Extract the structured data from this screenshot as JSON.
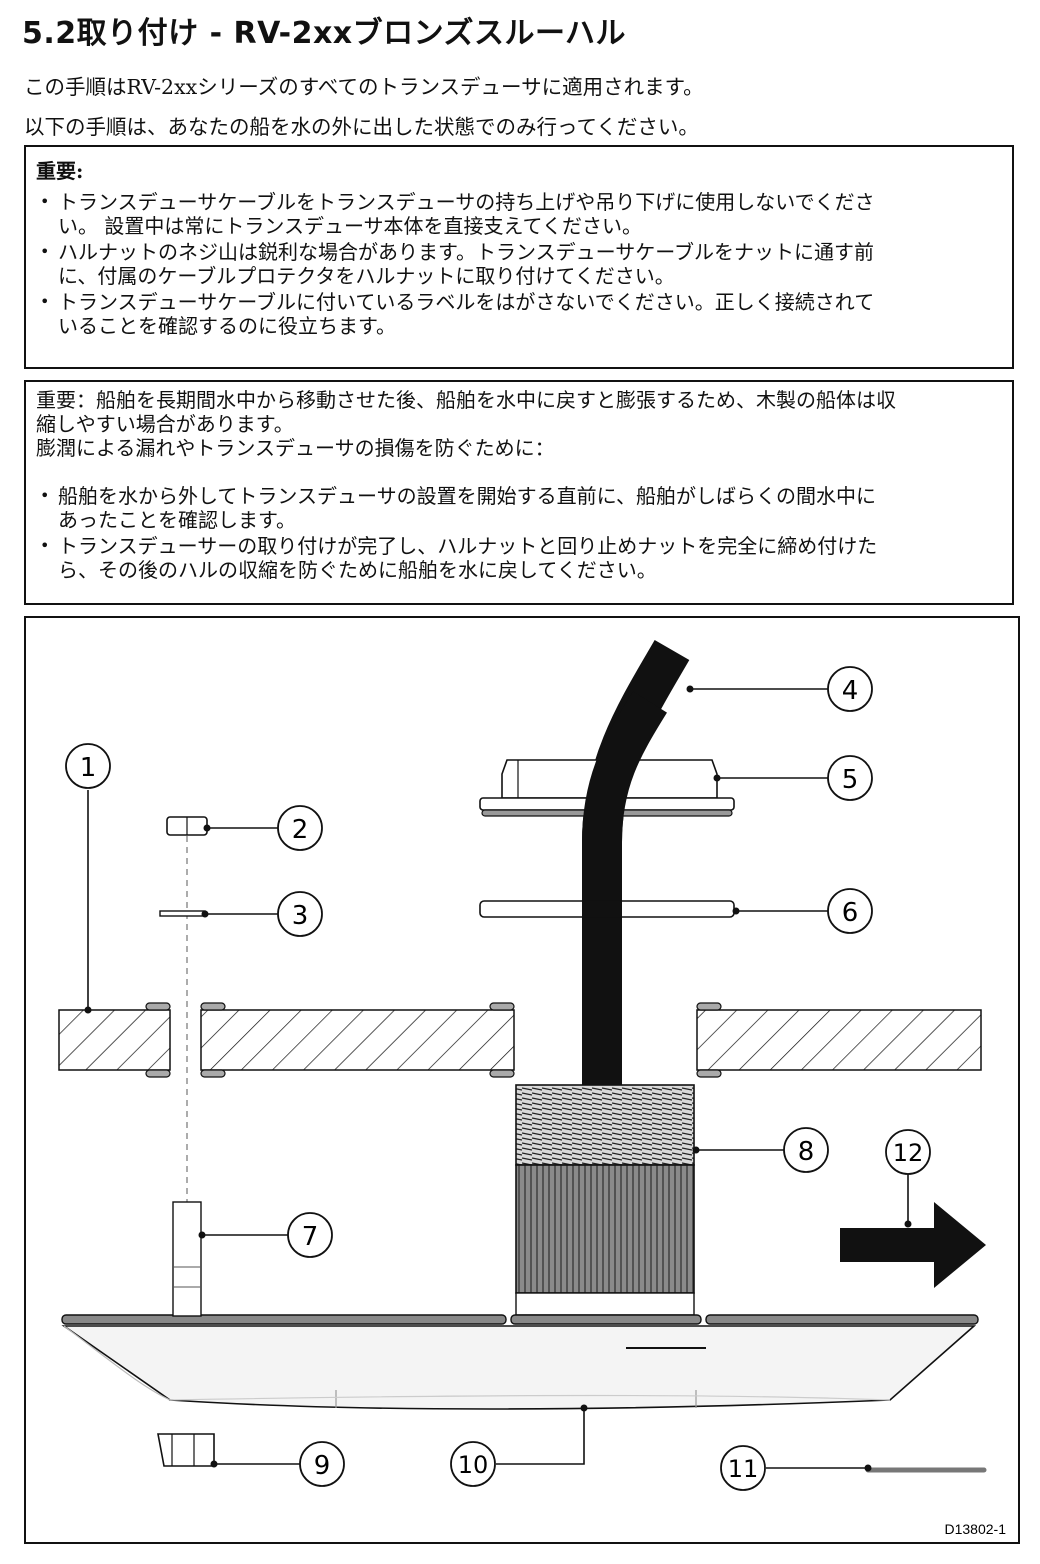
{
  "title": "5.2取り付け - RV-2xxブロンズスルーハル",
  "intro": [
    "この手順はRV-2xxシリーズのすべてのトランスデューサに適用されます。",
    "以下の手順は、あなたの船を水の外に出した状態でのみ行ってください。"
  ],
  "important_box": {
    "heading": "重要:",
    "items": [
      [
        "トランスデューサケーブルをトランスデューサの持ち上げや吊り下げに使用しないでくださ",
        "い。 設置中は常にトランスデューサ本体を直接支えてください。"
      ],
      [
        "ハルナットのネジ山は鋭利な場合があります。トランスデューサケーブルをナットに通す前",
        "に、付属のケーブルプロテクタをハルナットに取り付けてください。"
      ],
      [
        "トランスデューサケーブルに付いているラベルをはがさないでください。正しく接続されて",
        "いることを確認するのに役立ちます。"
      ]
    ]
  },
  "warning_box": {
    "lines": [
      "重要：船舶を長期間水中から移動させた後、船舶を水中に戻すと膨張するため、木製の船体は収",
      "縮しやすい場合があります。",
      "膨潤による漏れやトランスデューサの損傷を防ぐために："
    ],
    "items": [
      [
        "船舶を水から外してトランスデューサの設置を開始する直前に、船舶がしばらくの間水中に",
        "あったことを確認します。"
      ],
      [
        "トランスデューサーの取り付けが完了し、ハルナットと回り止めナットを完全に締め付けた",
        "ら、その後のハルの収縮を防ぐために船舶を水に戻してください。"
      ]
    ]
  },
  "figure": {
    "callouts": [
      "1",
      "2",
      "3",
      "4",
      "5",
      "6",
      "7",
      "8",
      "9",
      "10",
      "11",
      "12"
    ],
    "doc_id": "D13802-1"
  }
}
